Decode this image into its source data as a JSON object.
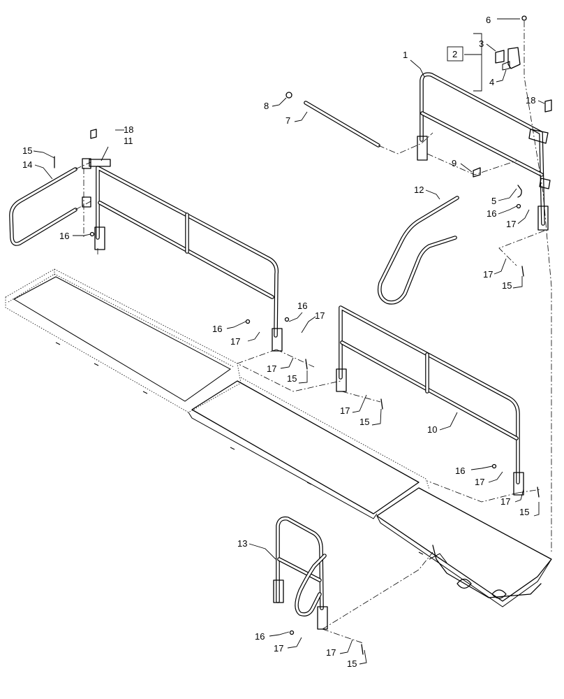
{
  "callouts": [
    {
      "id": "c1",
      "text": "1"
    },
    {
      "id": "c2",
      "text": "2"
    },
    {
      "id": "c3",
      "text": "3"
    },
    {
      "id": "c4",
      "text": "4"
    },
    {
      "id": "c5",
      "text": "5"
    },
    {
      "id": "c6",
      "text": "6"
    },
    {
      "id": "c7",
      "text": "7"
    },
    {
      "id": "c8",
      "text": "8"
    },
    {
      "id": "c9",
      "text": "9"
    },
    {
      "id": "c10",
      "text": "10"
    },
    {
      "id": "c11",
      "text": "11"
    },
    {
      "id": "c12",
      "text": "12"
    },
    {
      "id": "c13",
      "text": "13"
    },
    {
      "id": "c14",
      "text": "14"
    },
    {
      "id": "c15a",
      "text": "15"
    },
    {
      "id": "c15b",
      "text": "15"
    },
    {
      "id": "c15c",
      "text": "15"
    },
    {
      "id": "c15d",
      "text": "15"
    },
    {
      "id": "c15e",
      "text": "15"
    },
    {
      "id": "c15f",
      "text": "15"
    },
    {
      "id": "c16a",
      "text": "16"
    },
    {
      "id": "c16b",
      "text": "16"
    },
    {
      "id": "c16c",
      "text": "16"
    },
    {
      "id": "c16d",
      "text": "16"
    },
    {
      "id": "c16e",
      "text": "16"
    },
    {
      "id": "c16f",
      "text": "16"
    },
    {
      "id": "c17a",
      "text": "17"
    },
    {
      "id": "c17b",
      "text": "17"
    },
    {
      "id": "c17c",
      "text": "17"
    },
    {
      "id": "c17d",
      "text": "17"
    },
    {
      "id": "c17e",
      "text": "17"
    },
    {
      "id": "c17f",
      "text": "17"
    },
    {
      "id": "c17g",
      "text": "17"
    },
    {
      "id": "c17h",
      "text": "17"
    },
    {
      "id": "c17i",
      "text": "17"
    },
    {
      "id": "c17j",
      "text": "17"
    },
    {
      "id": "c18a",
      "text": "18"
    },
    {
      "id": "c18b",
      "text": "18"
    }
  ]
}
